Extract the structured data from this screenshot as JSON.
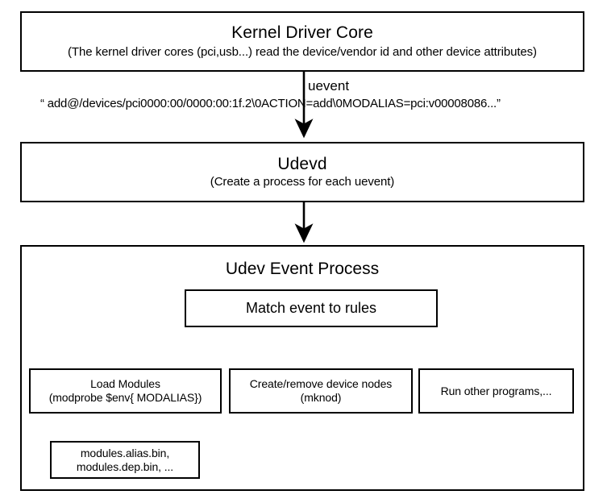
{
  "diagram": {
    "title": "udev event flow",
    "stroke_color": "#000000",
    "background_color": "#ffffff"
  },
  "nodes": {
    "kernel_driver_core": {
      "title": "Kernel Driver Core",
      "subtitle": "(The kernel driver cores (pci,usb...) read the device/vendor id and other device attributes)"
    },
    "udevd": {
      "title": "Udevd",
      "subtitle": "(Create a process for each uevent)"
    },
    "udev_event_process": {
      "title": "Udev Event Process"
    },
    "match_rules": {
      "label": "Match event to rules"
    },
    "load_modules": {
      "line1": "Load Modules",
      "line2": "(modprobe $env{ MODALIAS})"
    },
    "device_nodes": {
      "line1": "Create/remove device nodes",
      "line2": "(mknod)"
    },
    "run_programs": {
      "line1": "Run other programs,..."
    },
    "modules_bin": {
      "line1": "modules.alias.bin,",
      "line2": "modules.dep.bin, ..."
    }
  },
  "edges": {
    "uevent": {
      "label": "uevent",
      "payload": "“ add@/devices/pci0000:00/0000:00:1f.2\\0ACTION=add\\0MODALIAS=pci:v00008086...”"
    }
  }
}
